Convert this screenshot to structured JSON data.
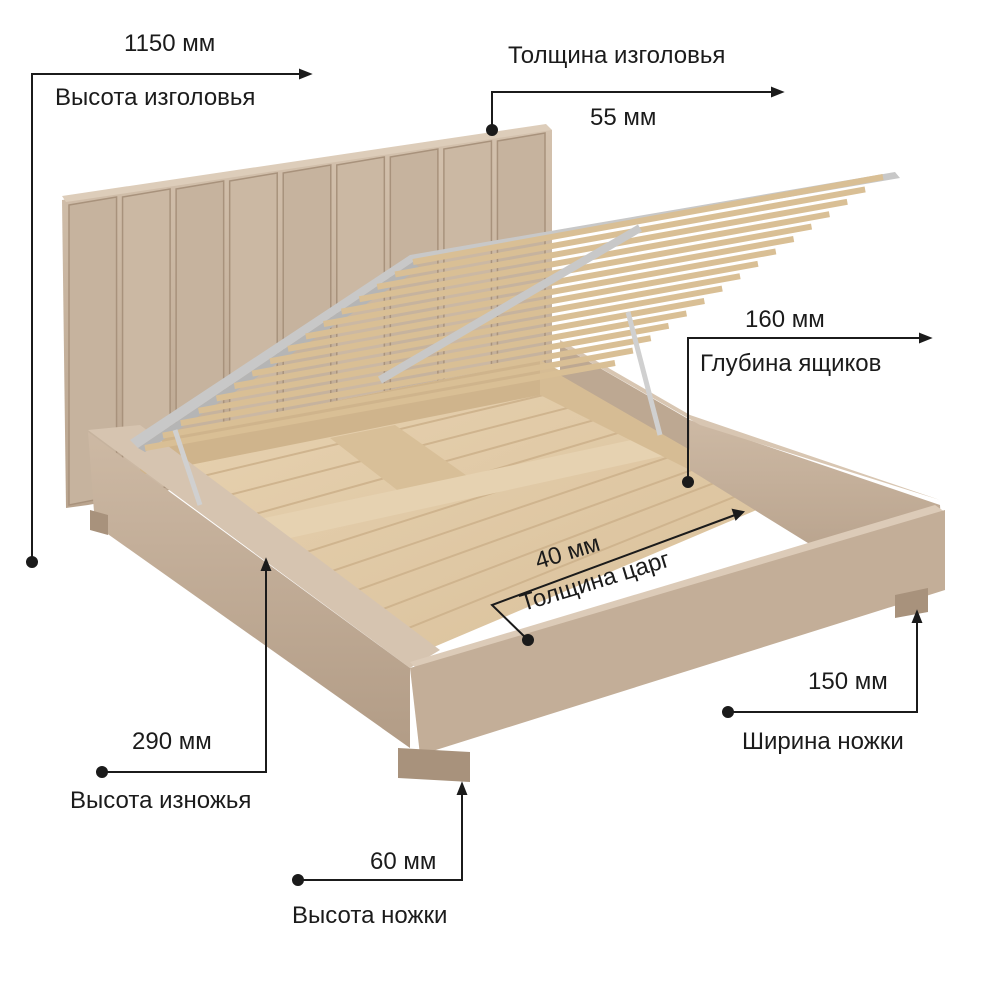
{
  "dimensions": {
    "headboard_height": {
      "value": "1150 мм",
      "label": "Высота изголовья"
    },
    "headboard_thickness": {
      "value": "55 мм",
      "label": "Толщина изголовья"
    },
    "drawer_depth": {
      "value": "160 мм",
      "label": "Глубина ящиков"
    },
    "frame_thickness": {
      "value": "40 мм",
      "label": "Толщина царг"
    },
    "footboard_height": {
      "value": "290 мм",
      "label": "Высота изножья"
    },
    "leg_width": {
      "value": "150 мм",
      "label": "Ширина ножки"
    },
    "leg_height": {
      "value": "60 мм",
      "label": "Высота ножки"
    }
  },
  "colors": {
    "upholstery": "#c9b5a0",
    "upholstery_dark": "#a8927c",
    "upholstery_light": "#d8c7b4",
    "wood": "#e3ccaa",
    "wood_dark": "#cdb28b",
    "slat": "#d9bf95",
    "metal": "#c8c8c8",
    "line": "#1b1b1b"
  }
}
